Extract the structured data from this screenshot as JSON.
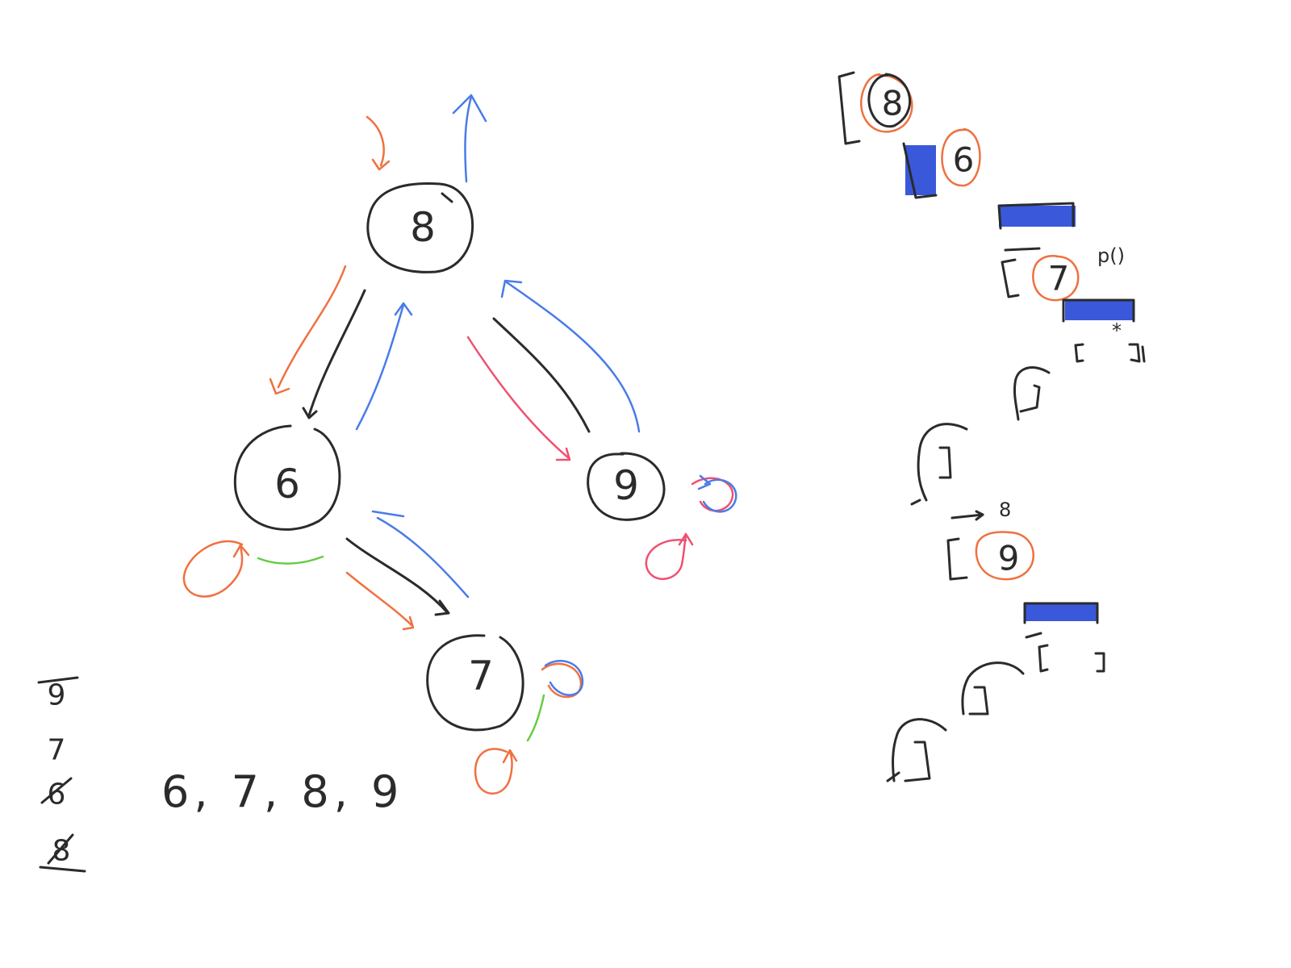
{
  "tree": {
    "nodes": [
      {
        "id": "root",
        "label": "8"
      },
      {
        "id": "left",
        "label": "6"
      },
      {
        "id": "right",
        "label": "9"
      },
      {
        "id": "left-right",
        "label": "7"
      }
    ],
    "edges": [
      {
        "from": "8",
        "to": "6"
      },
      {
        "from": "8",
        "to": "9"
      },
      {
        "from": "6",
        "to": "7"
      }
    ]
  },
  "stack_list": [
    "9",
    "7",
    "6",
    "8"
  ],
  "inorder_sequence": "6, 7, 8, 9",
  "call_stack": {
    "frames": [
      "8",
      "6",
      "7",
      "9"
    ],
    "annotations": {
      "call_label": "p()",
      "arrow_target": "8",
      "star": "*"
    }
  },
  "colors": {
    "ink": "#2b2b2b",
    "orange": "#f07040",
    "blue": "#4a7be8",
    "pink": "#f05070",
    "green": "#66cc44",
    "highlight": "#2446d6"
  }
}
